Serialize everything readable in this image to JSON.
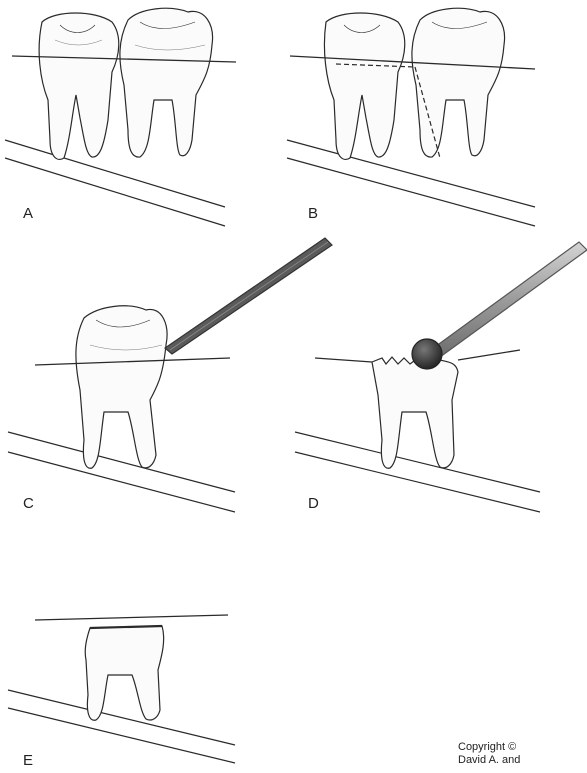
{
  "panels": [
    {
      "label": "A"
    },
    {
      "label": "B"
    },
    {
      "label": "C"
    },
    {
      "label": "D"
    },
    {
      "label": "E"
    }
  ],
  "copyright": {
    "line1": "Copyright ©",
    "line2": "David A. and"
  },
  "colors": {
    "outline": "#2a2a2a",
    "tooth_fill": "#fbfbfb",
    "instrument_dark": "#555555",
    "instrument_light": "#9a9a9a",
    "bur_head": "#3a3a3a"
  }
}
